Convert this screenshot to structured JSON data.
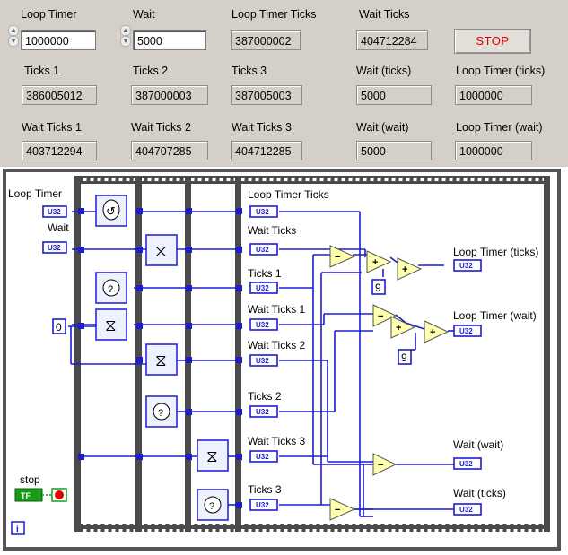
{
  "front_panel": {
    "loop_timer": {
      "label": "Loop Timer",
      "value": "1000000"
    },
    "wait": {
      "label": "Wait",
      "value": "5000"
    },
    "loop_timer_ticks": {
      "label": "Loop Timer Ticks",
      "value": "387000002"
    },
    "wait_ticks": {
      "label": "Wait Ticks",
      "value": "404712284"
    },
    "stop_button": "STOP",
    "ticks_1": {
      "label": "Ticks 1",
      "value": "386005012"
    },
    "ticks_2": {
      "label": "Ticks 2",
      "value": "387000003"
    },
    "ticks_3": {
      "label": "Ticks 3",
      "value": "387005003"
    },
    "wait_ticks_col": {
      "label": "Wait (ticks)",
      "value": "5000"
    },
    "loop_timer_ticks_col": {
      "label": "Loop Timer (ticks)",
      "value": "1000000"
    },
    "wait_ticks_1": {
      "label": "Wait Ticks 1",
      "value": "403712294"
    },
    "wait_ticks_2": {
      "label": "Wait Ticks 2",
      "value": "404707285"
    },
    "wait_ticks_3": {
      "label": "Wait Ticks 3",
      "value": "404712285"
    },
    "wait_wait": {
      "label": "Wait (wait)",
      "value": "5000"
    },
    "loop_timer_wait": {
      "label": "Loop Timer (wait)",
      "value": "1000000"
    }
  },
  "block_diagram": {
    "ctrl_loop_timer": "Loop Timer",
    "ctrl_wait": "Wait",
    "ctrl_stop": "stop",
    "stop_terminal": "TF",
    "const_zero": "0",
    "const_nine_a": "9",
    "const_nine_b": "9",
    "dtype": "U32",
    "iteration": "i",
    "ind_loop_timer_ticks": "Loop Timer Ticks",
    "ind_wait_ticks": "Wait Ticks",
    "ind_ticks_1": "Ticks 1",
    "ind_wait_ticks_1": "Wait Ticks 1",
    "ind_wait_ticks_2": "Wait Ticks 2",
    "ind_ticks_2": "Ticks 2",
    "ind_wait_ticks_3": "Wait Ticks 3",
    "ind_ticks_3": "Ticks 3",
    "ind_loop_timer_ticks_out": "Loop Timer (ticks)",
    "ind_loop_timer_wait_out": "Loop Timer (wait)",
    "ind_wait_wait_out": "Wait (wait)",
    "ind_wait_ticks_out": "Wait (ticks)"
  },
  "colors": {
    "wire": "#1c1cd0",
    "subtract_node": "#ffffb0",
    "boolean": "#1a9a1a",
    "stop_red": "#e00000"
  }
}
